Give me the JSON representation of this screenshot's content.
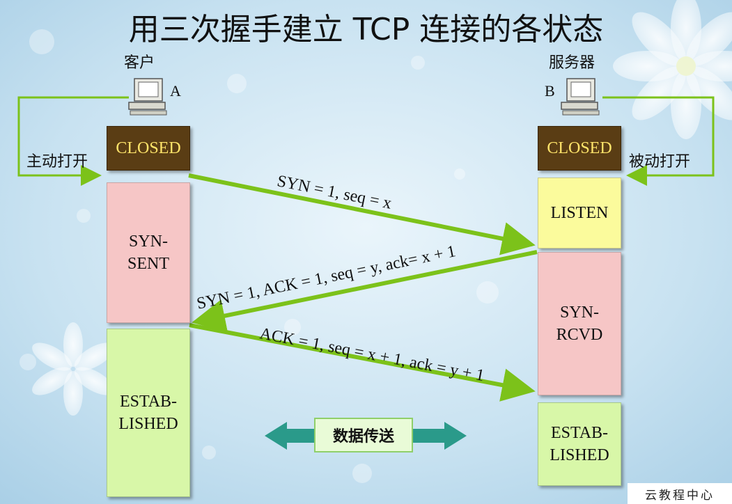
{
  "title": "用三次握手建立 TCP 连接的各状态",
  "client": {
    "label": "客户",
    "letter": "A",
    "action": "主动打开"
  },
  "server": {
    "label": "服务器",
    "letter": "B",
    "action": "被动打开"
  },
  "client_states": {
    "closed": "CLOSED",
    "syn_sent": [
      "SYN-",
      "SENT"
    ],
    "established": [
      "ESTAB-",
      "LISHED"
    ]
  },
  "server_states": {
    "closed": "CLOSED",
    "listen": "LISTEN",
    "syn_rcvd": [
      "SYN-",
      "RCVD"
    ],
    "established": [
      "ESTAB-",
      "LISHED"
    ]
  },
  "messages": {
    "m1": "SYN = 1, seq = x",
    "m2": "SYN = 1, ACK = 1, seq = y, ack= x + 1",
    "m3": "ACK = 1, seq = x + 1, ack = y + 1"
  },
  "data_transfer": "数据传送",
  "watermark": "云教程中心",
  "colors": {
    "arrow": "#7cc21a",
    "closed_bg": "#5a3d14",
    "closed_text": "#ffe46a",
    "pink": "#f6c6c6",
    "green": "#d8f7a8",
    "yellow": "#fbfb9c",
    "teal_arrow": "#2a9a8a"
  }
}
